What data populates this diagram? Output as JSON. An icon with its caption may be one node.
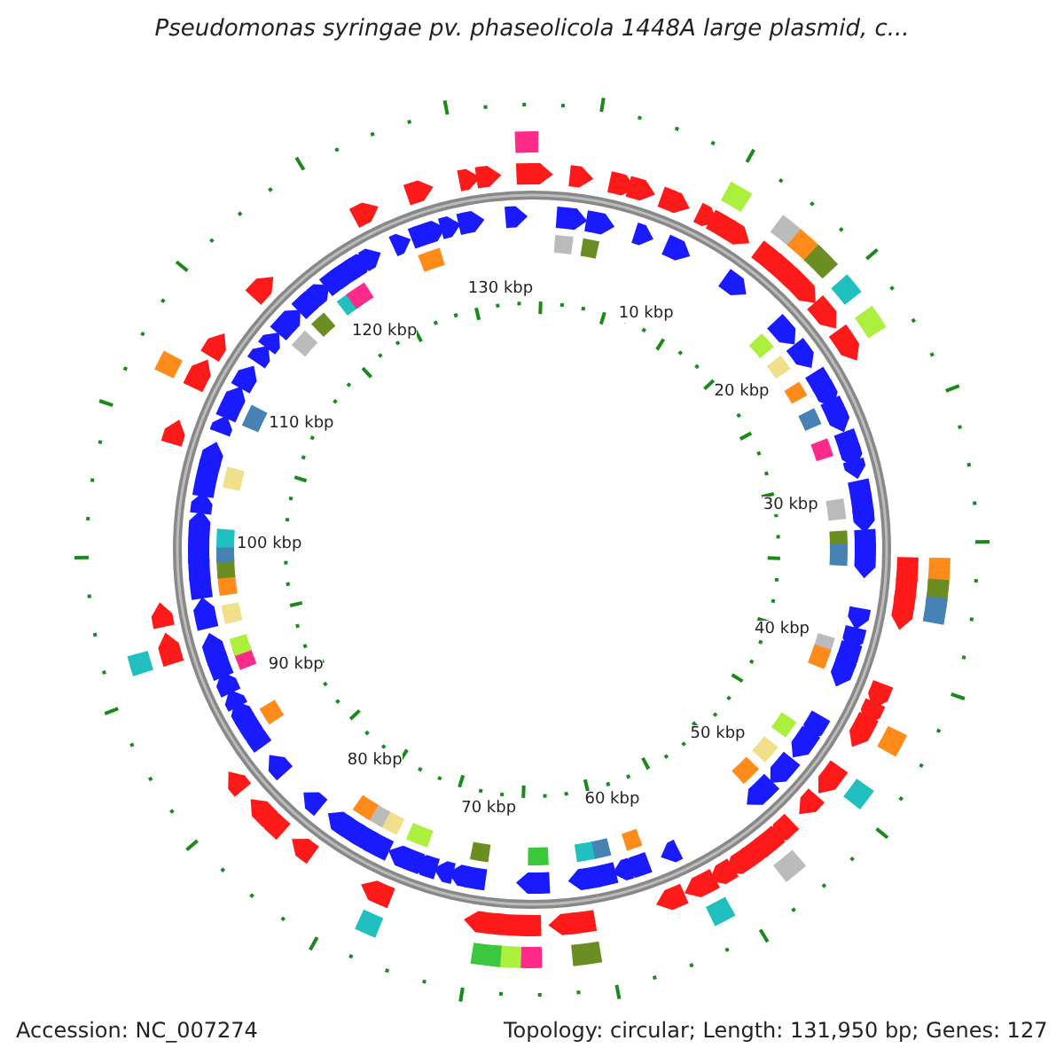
{
  "diagram": {
    "title": "Pseudomonas syringae pv. phaseolicola 1448A large plasmid, c...",
    "labels": [
      "10 kbp",
      "20 kbp",
      "30 kbp",
      "40 kbp",
      "50 kbp",
      "60 kbp",
      "70 kbp",
      "80 kbp",
      "90 kbp",
      "100 kbp",
      "110 kbp",
      "120 kbp",
      "130 kbp",
      "Accession: NC_007274",
      "Topology: circular; Length: 131,950 bp; Genes: 127"
    ]
  }
}
